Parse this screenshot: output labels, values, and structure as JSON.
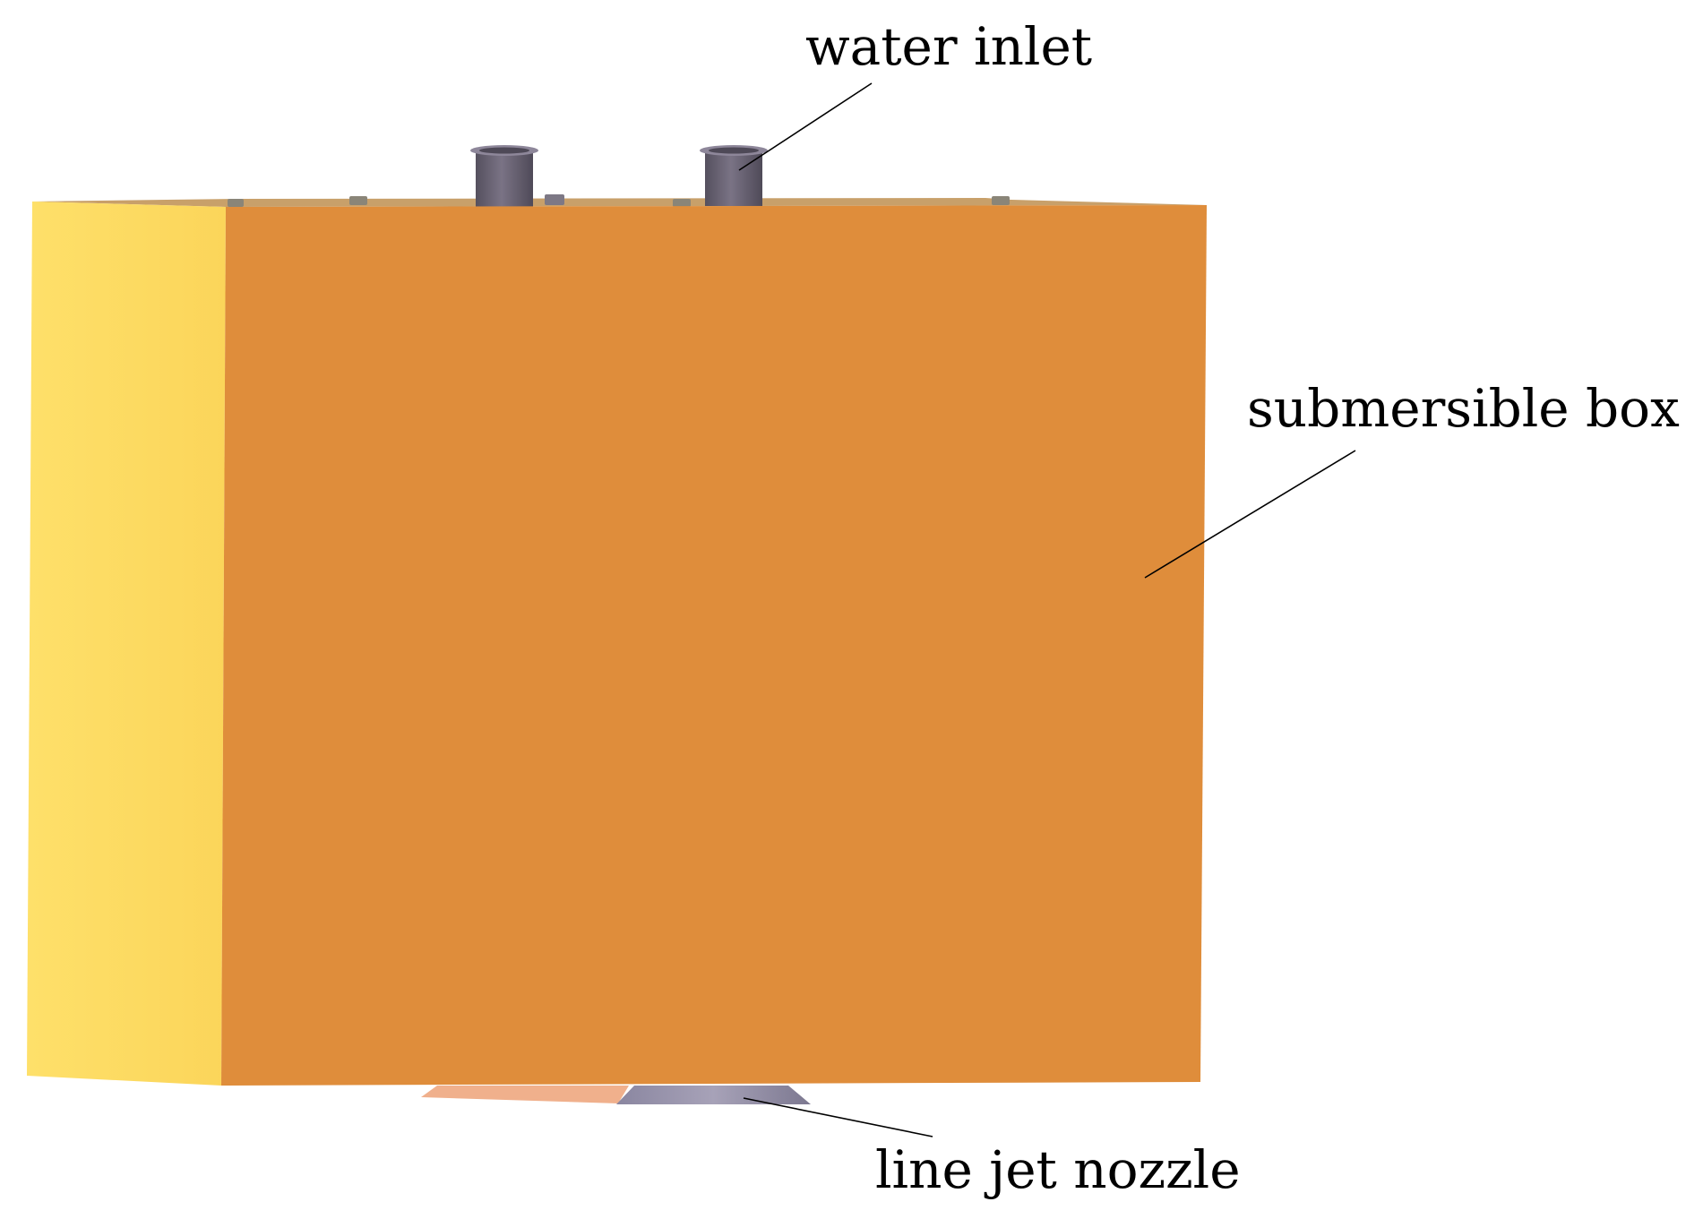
{
  "labels": {
    "water_inlet": "water inlet",
    "submersible_box": "submersible box",
    "line_jet_nozzle": "line jet nozzle"
  },
  "colors": {
    "background": "#ffffff",
    "box_front": "#df8d3b",
    "box_side": "#fdd85c",
    "inlet_pipe": "#6f6878",
    "nozzle": "#8f8aa3",
    "nozzle_plate": "#f0b08c"
  }
}
